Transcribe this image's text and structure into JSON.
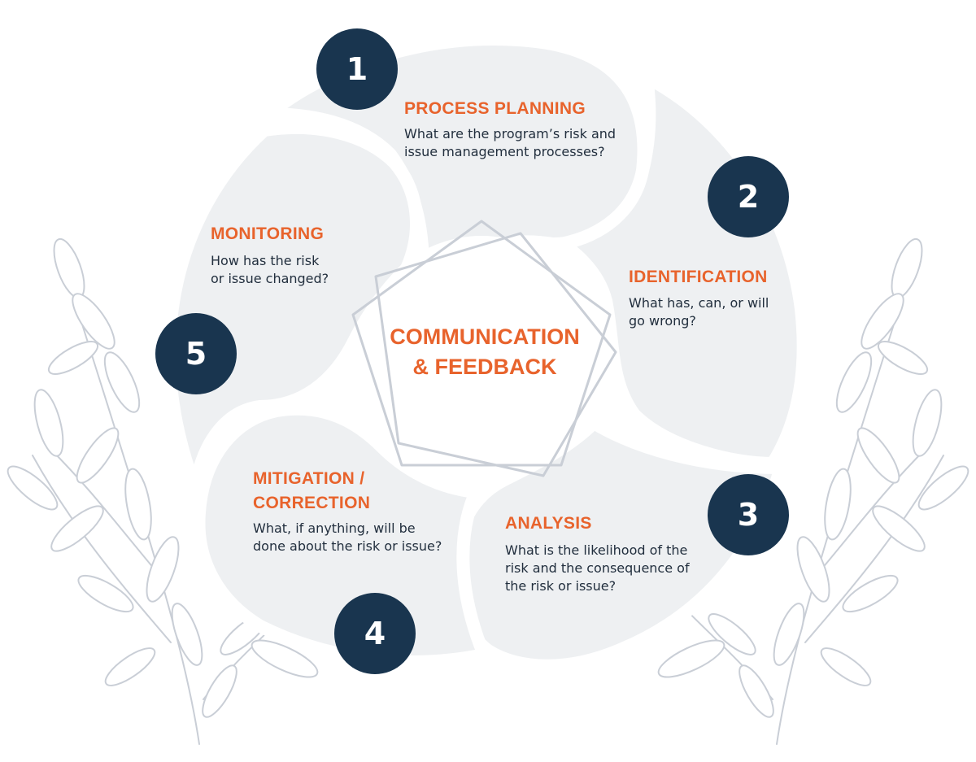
{
  "center": {
    "line1": "COMMUNICATION",
    "line2": "& FEEDBACK"
  },
  "steps": [
    {
      "number": "1",
      "title": "PROCESS PLANNING",
      "desc_lines": [
        "What are the program’s risk and",
        "issue management processes?"
      ]
    },
    {
      "number": "2",
      "title": "IDENTIFICATION",
      "desc_lines": [
        "What has, can, or will",
        "go wrong?"
      ]
    },
    {
      "number": "3",
      "title": "ANALYSIS",
      "desc_lines": [
        "What is the likelihood of the",
        "risk and the consequence of",
        "the risk or issue?"
      ]
    },
    {
      "number": "4",
      "title_lines": [
        "MITIGATION /",
        "CORRECTION"
      ],
      "desc_lines": [
        "What, if anything, will be",
        "done about the risk or issue?"
      ]
    },
    {
      "number": "5",
      "title": "MONITORING",
      "desc_lines": [
        "How has the risk",
        "or issue changed?"
      ]
    }
  ],
  "colors": {
    "accent": "#e8632c",
    "badge": "#19354f",
    "petal": "#eef0f2",
    "leaf_stroke": "#c9ced6",
    "text": "#222f3e"
  }
}
